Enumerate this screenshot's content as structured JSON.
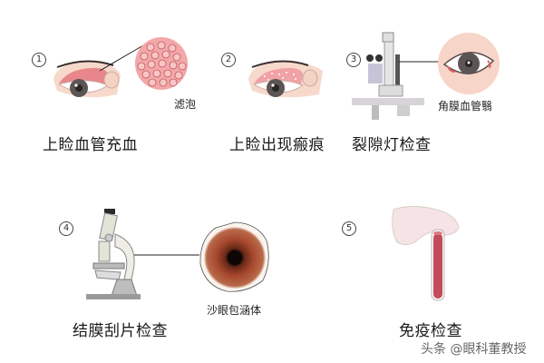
{
  "panels": [
    {
      "number": "1",
      "caption": "上睑血管充血",
      "detail_label": "滤泡"
    },
    {
      "number": "2",
      "caption": "上睑出现瘢痕"
    },
    {
      "number": "3",
      "caption": "裂隙灯检查",
      "detail_label": "角膜血管翳"
    },
    {
      "number": "4",
      "caption": "结膜刮片检查",
      "detail_label": "沙眼包涵体"
    },
    {
      "number": "5",
      "caption": "免疫检查"
    }
  ],
  "watermark": "头条 @眼科董教授",
  "colors": {
    "skin": "#f7d9cc",
    "conjunctiva_red": "#e8868c",
    "follicle_bg": "#f3a7a8",
    "iris": "#5b5556",
    "blood": "#b8444f",
    "inclusion": "#a8482e"
  }
}
